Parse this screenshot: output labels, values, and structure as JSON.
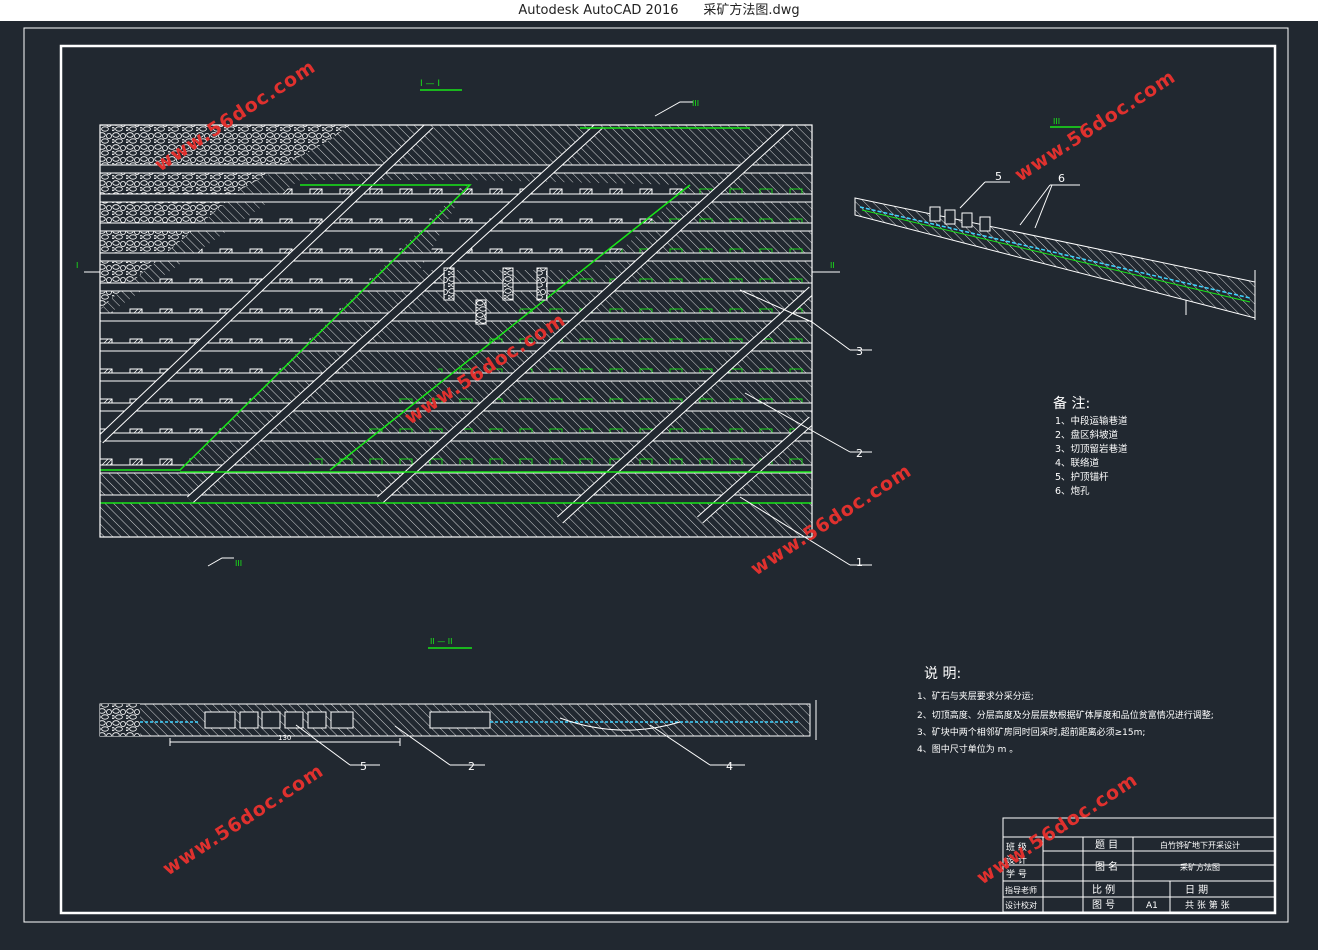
{
  "window": {
    "app_name": "Autodesk AutoCAD 2016",
    "file_name": "采矿方法图.dwg"
  },
  "drawing": {
    "section_labels": {
      "plan_title": "I — I",
      "section_II": "II",
      "section_III_top": "III",
      "section_III_bottom": "III",
      "side_I": "I",
      "side_II": "II",
      "profile_title": "III",
      "section_II_title": "II — II"
    },
    "callouts": [
      "1",
      "2",
      "3",
      "5",
      "6",
      "5",
      "2",
      "4"
    ],
    "dimension_130": "130",
    "remarks": {
      "title": "备 注:",
      "items": [
        "1、中段运输巷道",
        "2、盘区斜坡道",
        "3、切顶留岩巷道",
        "4、联络道",
        "5、护顶锚杆",
        "6、炮孔"
      ]
    },
    "notes": {
      "title": "说    明:",
      "items": [
        "1、矿石与夹层要求分采分运;",
        "2、切顶高度、分层高度及分层层数根据矿体厚度和品位贫富情况进行调整;",
        "3、矿块中两个相邻矿房同时回采时,超前距离必须≥15m;",
        "4、图中尺寸单位为 m 。"
      ]
    },
    "title_block": {
      "label_ti_mu": "题  目",
      "value_ti_mu": "白竹铧矿地下开采设计",
      "label_tu_ming": "图  名",
      "value_tu_ming": "采矿方法图",
      "label_ban": "班  级",
      "label_she_ji": "设  计",
      "label_xue_hao": "学  号",
      "label_zhi_dao": "指导老师",
      "label_she_ji_jiao_ci": "设计校对",
      "label_bi_li": "比  例",
      "label_ri_qi": "日  期",
      "label_tu_hao": "图  号",
      "value_tu_hao": "A1",
      "label_gong_zhang": "共    张   第    张"
    },
    "watermark": "www.56doc.com"
  },
  "colors": {
    "background": "#212830",
    "line": "#ffffff",
    "accent_green": "#19e619",
    "accent_cyan": "#3fd3ff",
    "watermark": "#e0312e"
  }
}
